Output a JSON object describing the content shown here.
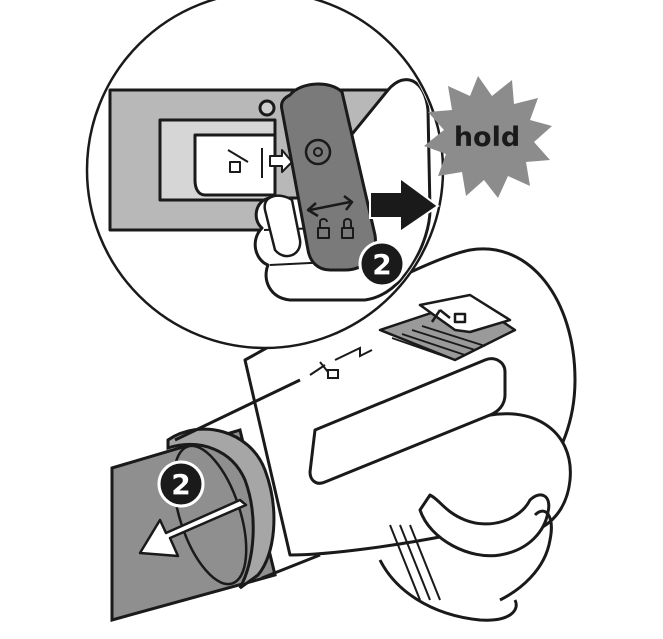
{
  "burst_label": {
    "text": "hold",
    "fill": "#8c8c8c",
    "text_color": "#1a1a1a"
  },
  "steps": [
    {
      "number": "2",
      "where": "zoom-inset"
    },
    {
      "number": "2",
      "where": "main-view"
    }
  ],
  "icons": [
    "release-button-icon",
    "arrow-right-icon",
    "double-arrow-icon",
    "lock-icon",
    "unlock-icon",
    "pull-arrow-icon"
  ],
  "colors": {
    "outline": "#1a1a1a",
    "tube": "#8f8f8f",
    "collar": "#a6a6a6",
    "button_dark": "#7a7a7a",
    "body_mid": "#b8b8b8",
    "badge": "#1a1a1a"
  }
}
